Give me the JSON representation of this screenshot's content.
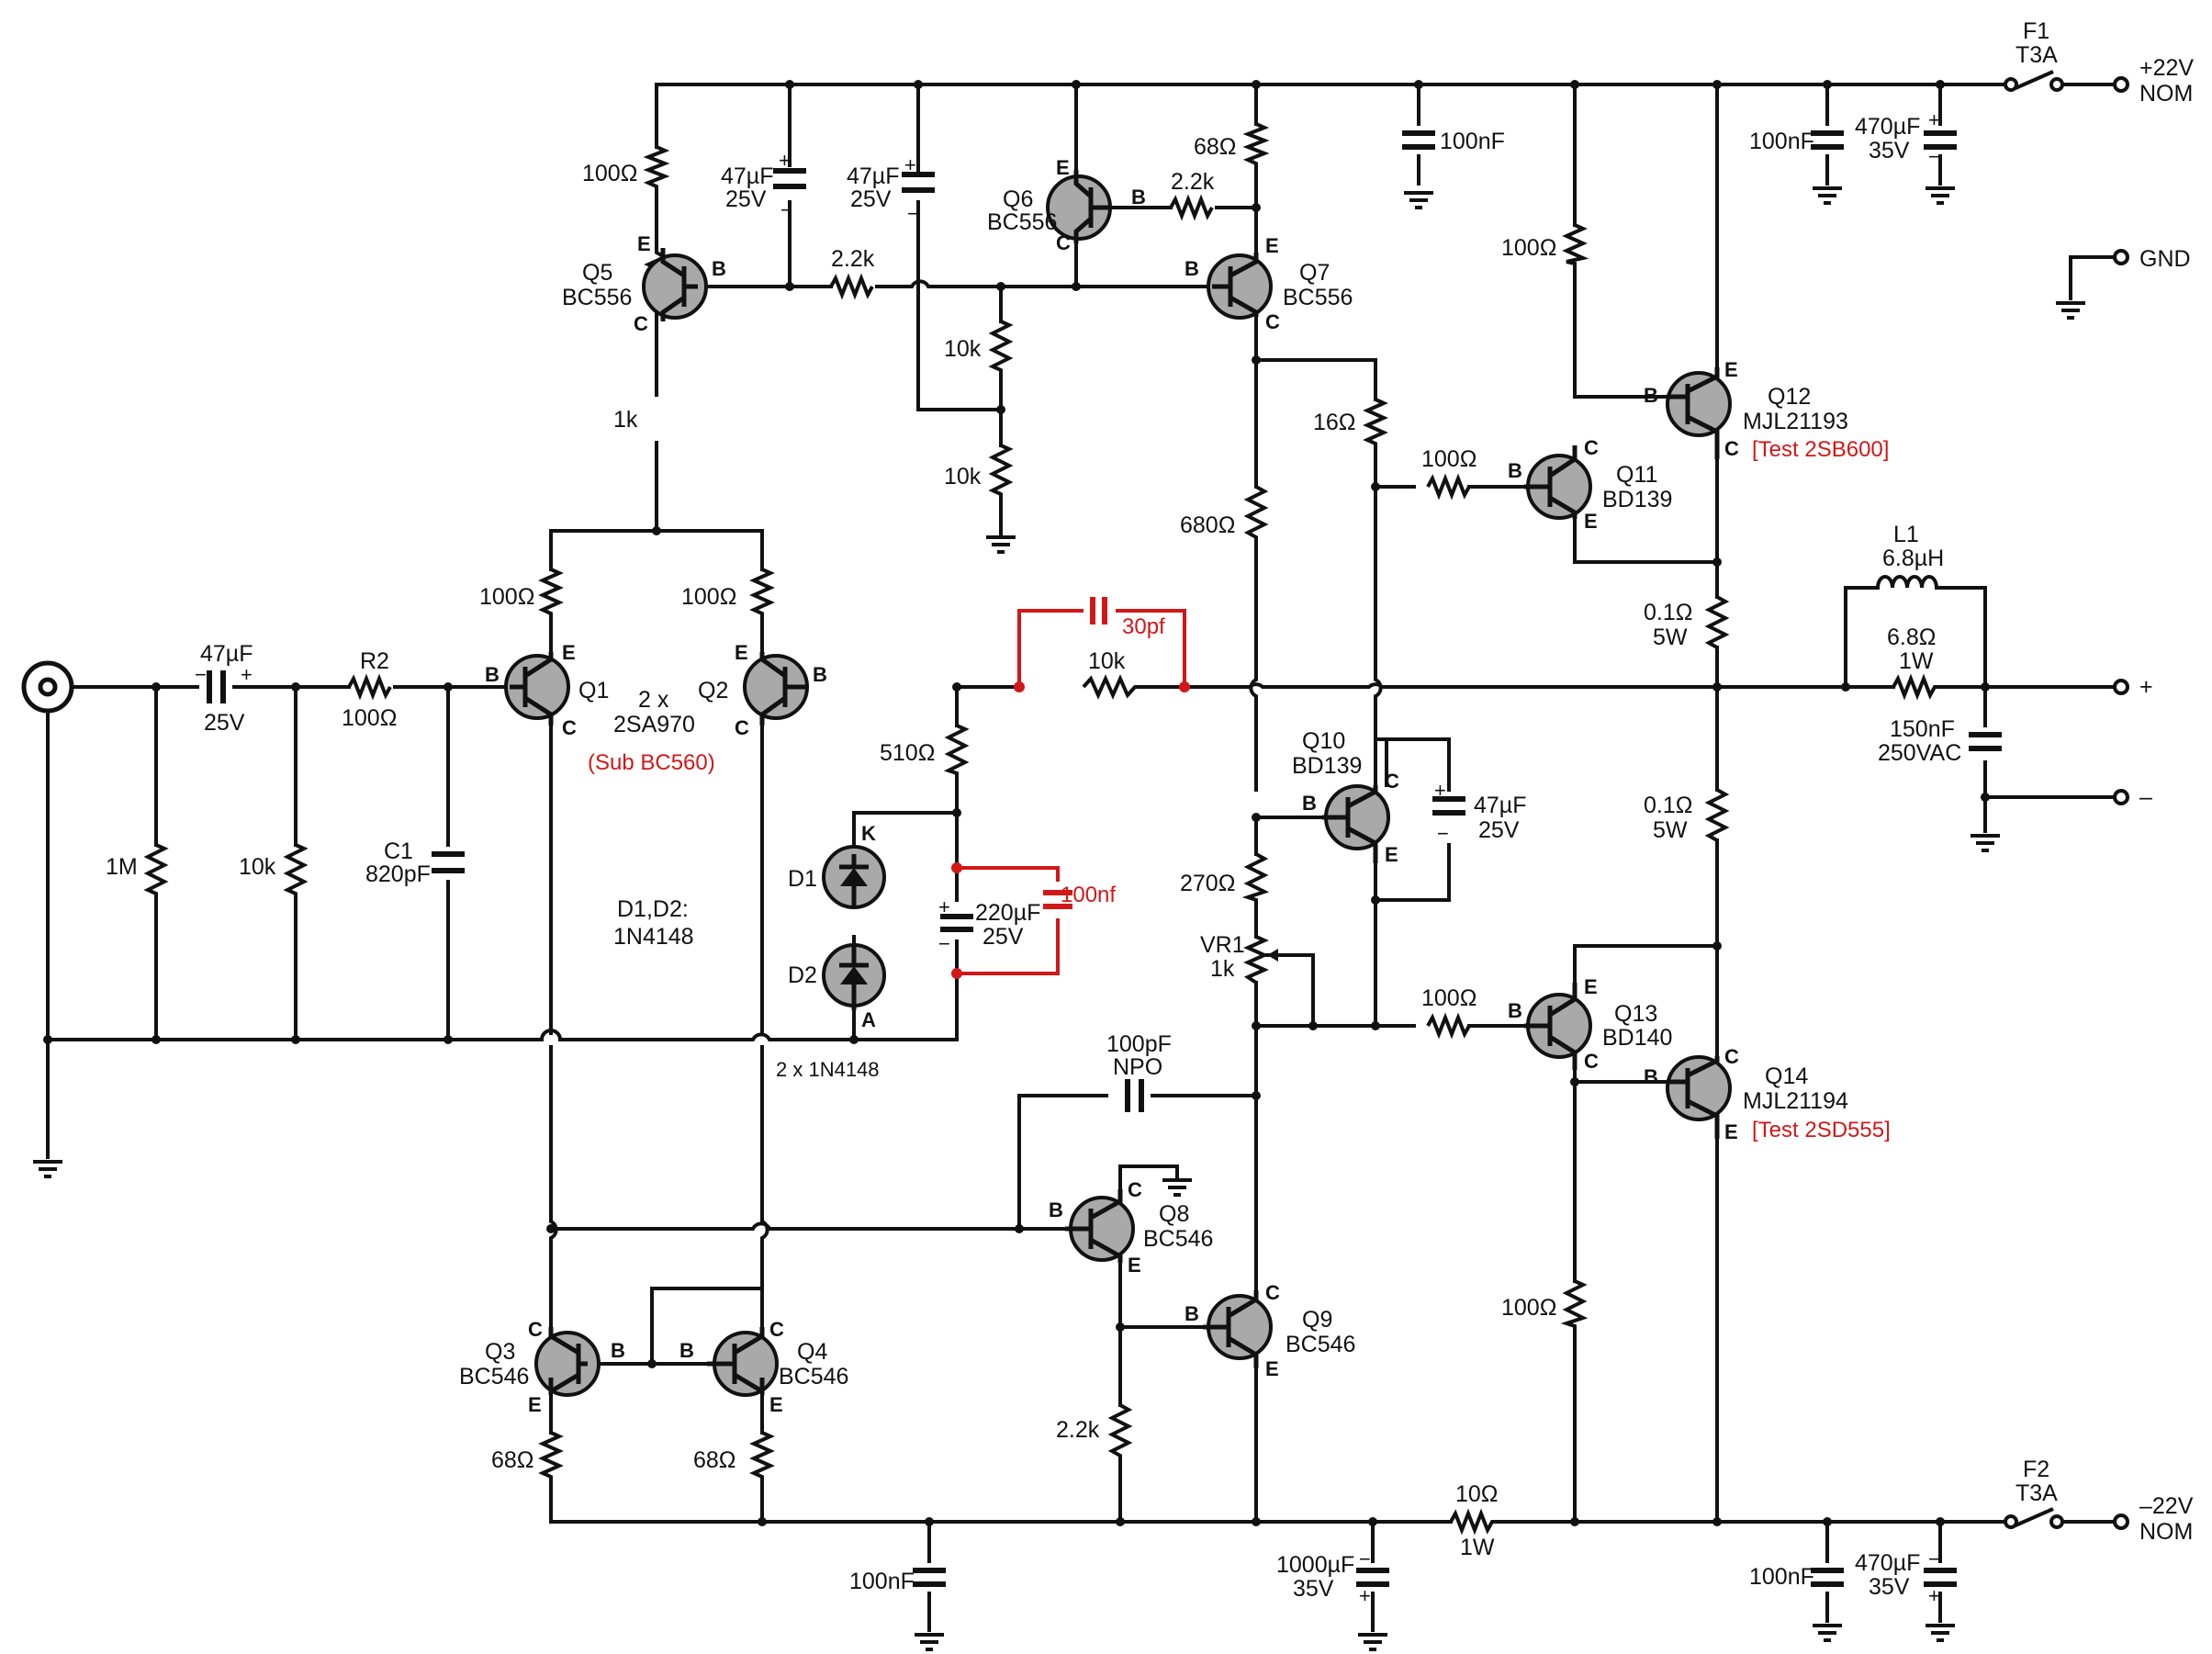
{
  "supply": {
    "pos_label_1": "+22V",
    "pos_label_2": "NOM",
    "neg_label_1": "–22V",
    "neg_label_2": "NOM",
    "gnd_label": "GND",
    "f1": "F1",
    "f1_rating": "T3A",
    "f2": "F2",
    "f2_rating": "T3A",
    "out_plus": "+",
    "out_minus": "–"
  },
  "resistors": {
    "r_q5e": "100Ω",
    "r_q5c": "1k",
    "r_q6b": "2.2k",
    "r_top68": "68Ω",
    "r_q5q7b": "2.2k",
    "r_10k_a": "10k",
    "r_10k_b": "10k",
    "r_q1e": "100Ω",
    "r_q2e": "100Ω",
    "r2_name": "R2",
    "r2_val": "100Ω",
    "r_1m": "1M",
    "r_in10k": "10k",
    "r_fb": "10k",
    "r_510": "510Ω",
    "r_16": "16Ω",
    "r_680": "680Ω",
    "r_270": "270Ω",
    "vr1_name": "VR1",
    "vr1_val": "1k",
    "r_q11b": "100Ω",
    "r_q13b": "100Ω",
    "r_q11c": "100Ω",
    "r_q13c": "100Ω",
    "r_e1_val": "0.1Ω",
    "r_e1_w": "5W",
    "r_e2_val": "0.1Ω",
    "r_e2_w": "5W",
    "r_out_val": "6.8Ω",
    "r_out_w": "1W",
    "r_q3e": "68Ω",
    "r_q4e": "68Ω",
    "r_q9b": "2.2k",
    "r_10_val": "10Ω",
    "r_10_w": "1W"
  },
  "capacitors": {
    "c_47a_val": "47µF",
    "c_47a_v": "25V",
    "c_47b_val": "47µF",
    "c_47b_v": "25V",
    "c_top_100n": "100nF",
    "c_s1_100n": "100nF",
    "c_s1_470_val": "470µF",
    "c_s1_470_v": "35V",
    "c_in_val": "47µF",
    "c_in_v": "25V",
    "c1_name": "C1",
    "c1_val": "820pF",
    "c_30pf": "30pf",
    "c_220_val": "220µF",
    "c_220_v": "25V",
    "c_100nf_red": "100nf",
    "c_q10_val": "47µF",
    "c_q10_v": "25V",
    "c_zobel_val": "150nF",
    "c_zobel_v": "250VAC",
    "c_npo_val": "100pF",
    "c_npo_t": "NPO",
    "c_bot_100n": "100nF",
    "c_1000_val": "1000µF",
    "c_1000_v": "35V",
    "c_s2_100n": "100nF",
    "c_s2_470_val": "470µF",
    "c_s2_470_v": "35V"
  },
  "inductor": {
    "name": "L1",
    "val": "6.8µH"
  },
  "diodes": {
    "d1": "D1",
    "d2": "D2",
    "k": "K",
    "a": "A",
    "note_1": "D1,D2:",
    "note_2": "1N4148",
    "note_3": "2 x 1N4148"
  },
  "transistors": {
    "q1": "Q1",
    "q2": "Q2",
    "q12_pair_1": "2 x",
    "q12_pair_2": "2SA970",
    "q12_sub": "(Sub BC560)",
    "q3": "Q3",
    "q3_t": "BC546",
    "q4": "Q4",
    "q4_t": "BC546",
    "q5": "Q5",
    "q5_t": "BC556",
    "q6": "Q6",
    "q6_t": "BC556",
    "q7": "Q7",
    "q7_t": "BC556",
    "q8": "Q8",
    "q8_t": "BC546",
    "q9": "Q9",
    "q9_t": "BC546",
    "q10": "Q10",
    "q10_t": "BD139",
    "q11": "Q11",
    "q11_t": "BD139",
    "q12": "Q12",
    "q12_t": "MJL21193",
    "q12_test": "[Test 2SB600]",
    "q13": "Q13",
    "q13_t": "BD140",
    "q14": "Q14",
    "q14_t": "MJL21194",
    "q14_test": "[Test 2SD555]",
    "pin_b": "B",
    "pin_c": "C",
    "pin_e": "E"
  }
}
